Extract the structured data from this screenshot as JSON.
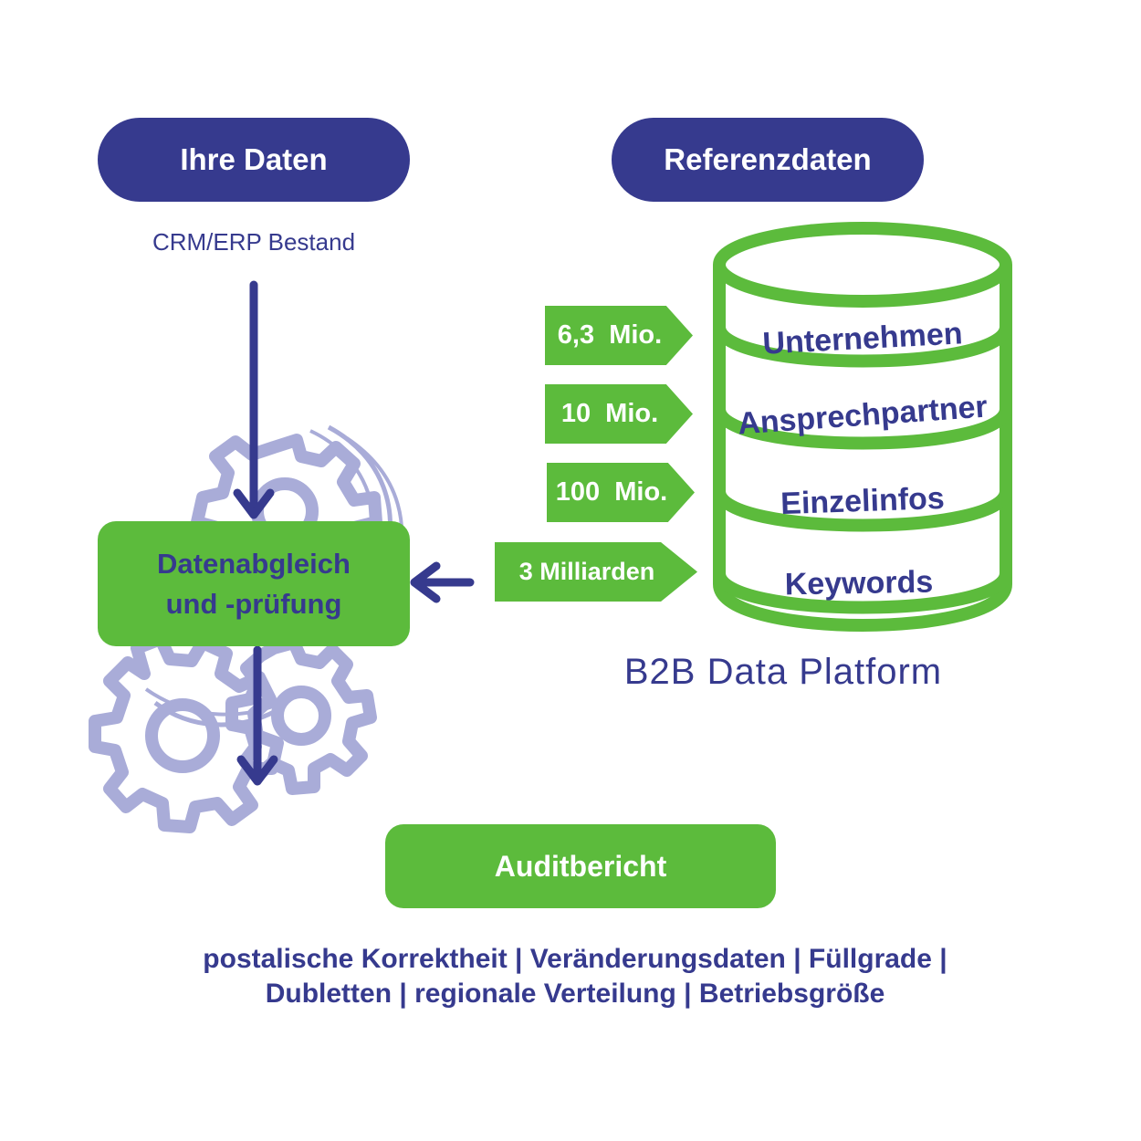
{
  "left_column": {
    "header": "Ihre Daten",
    "subtitle": "CRM/ERP Bestand",
    "process_box": {
      "line1": "Datenabgleich",
      "line2": "und -prüfung"
    }
  },
  "right_column": {
    "header": "Referenzdaten",
    "platform_label": "B2B Data Platform",
    "database_layers": [
      {
        "label": "Unternehmen",
        "count": "6,3  Mio."
      },
      {
        "label": "Ansprechpartner",
        "count": "10  Mio."
      },
      {
        "label": "Einzelinfos",
        "count": "100  Mio."
      },
      {
        "label": "Keywords",
        "count": "3 Milliarden"
      }
    ]
  },
  "audit": {
    "title": "Auditbericht",
    "details_line1": "postalische Korrektheit | Veränderungsdaten | Füllgrade |",
    "details_line2": "Dubletten | regionale Verteilung | Betriebsgröße"
  },
  "colors": {
    "navy": "#363a8e",
    "green": "#5cbb3c",
    "gear": "#a9acd8"
  },
  "icons": {
    "gears": "gears-icon",
    "database": "database-cylinder-icon"
  }
}
